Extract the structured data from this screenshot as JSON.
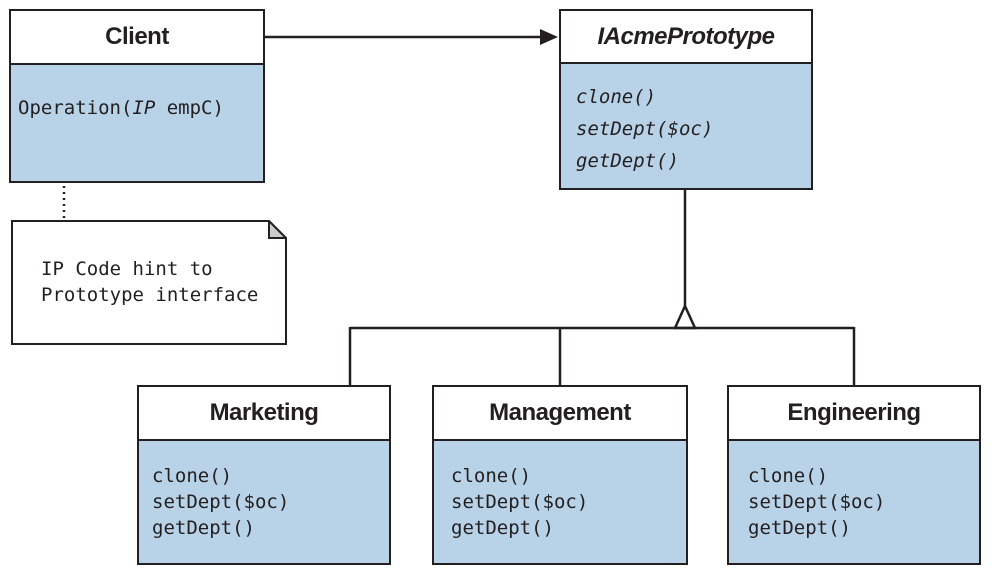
{
  "colors": {
    "stroke": "#231f20",
    "box_fill": "#b8d3e8",
    "title_fill": "#ffffff",
    "note_corner_fill": "#cccccc"
  },
  "client": {
    "title": "Client",
    "operation_prefix": "Operation(",
    "operation_type": "IP",
    "operation_suffix": " empC)"
  },
  "note": {
    "line1": "IP Code hint to",
    "line2": "Prototype interface"
  },
  "interface": {
    "title": "IAcmePrototype",
    "methods": [
      "clone()",
      "setDept($oc)",
      "getDept()"
    ]
  },
  "classes": [
    {
      "title": "Marketing",
      "methods": [
        "clone()",
        "setDept($oc)",
        "getDept()"
      ]
    },
    {
      "title": "Management",
      "methods": [
        "clone()",
        "setDept($oc)",
        "getDept()"
      ]
    },
    {
      "title": "Engineering",
      "methods": [
        "clone()",
        "setDept($oc)",
        "getDept()"
      ]
    }
  ]
}
